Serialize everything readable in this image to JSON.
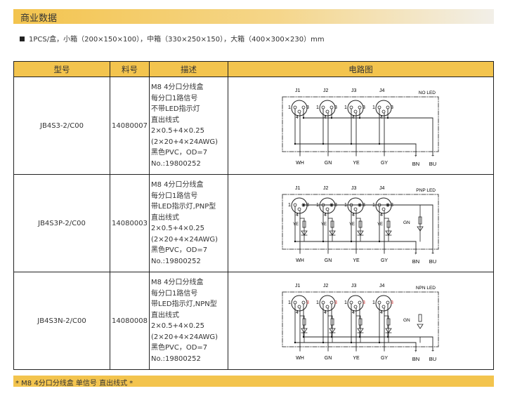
{
  "section_title": "商业数据",
  "packaging": "1PCS/盒，小箱（200×150×100），中箱（330×250×150），大箱（400×300×230）mm",
  "table": {
    "headers": [
      "型号",
      "料号",
      "描述",
      "电路图"
    ],
    "rows": [
      {
        "model": "JB4S3-2/C00",
        "part": "14080007",
        "desc": [
          "M8 4分口分线盒",
          "每分口1路信号",
          "不带LED指示灯",
          "直出线式",
          "2×0.5+4×0.25",
          "(2×20+4×24AWG)",
          "黑色PVC，OD=7",
          "No.:19800252"
        ],
        "diagram": {
          "type": "none",
          "tag": "NO LED"
        }
      },
      {
        "model": "JB4S3P-2/C00",
        "part": "14080003",
        "desc": [
          "M8 4分口分线盒",
          "每分口1路信号",
          "带LED指示灯,PNP型",
          "直出线式",
          "2×0.5+4×0.25",
          "(2×20+4×24AWG)",
          "黑色PVC，OD=7",
          "No.:19800252"
        ],
        "diagram": {
          "type": "pnp",
          "tag": "PNP LED"
        }
      },
      {
        "model": "JB4S3N-2/C00",
        "part": "14080008",
        "desc": [
          "M8 4分口分线盒",
          "每分口1路信号",
          "带LED指示灯,NPN型",
          "直出线式",
          "2×0.5+4×0.25",
          "(2×20+4×24AWG)",
          "黑色PVC，OD=7",
          "No.:19800252"
        ],
        "diagram": {
          "type": "npn",
          "tag": "NPN LED"
        }
      }
    ]
  },
  "diagram_labels": {
    "jacks": [
      "J1",
      "J2",
      "J3",
      "J4"
    ],
    "pins": [
      "1",
      "3",
      "4"
    ],
    "wires": [
      "WH",
      "GN",
      "YE",
      "GY"
    ],
    "power": [
      "BN",
      "BU"
    ],
    "power_signs": [
      "+",
      "−"
    ],
    "led_label": "GN",
    "led_tag": "YE"
  },
  "footer": "* M8 4分口分线盒 单信号 直出线式 *"
}
